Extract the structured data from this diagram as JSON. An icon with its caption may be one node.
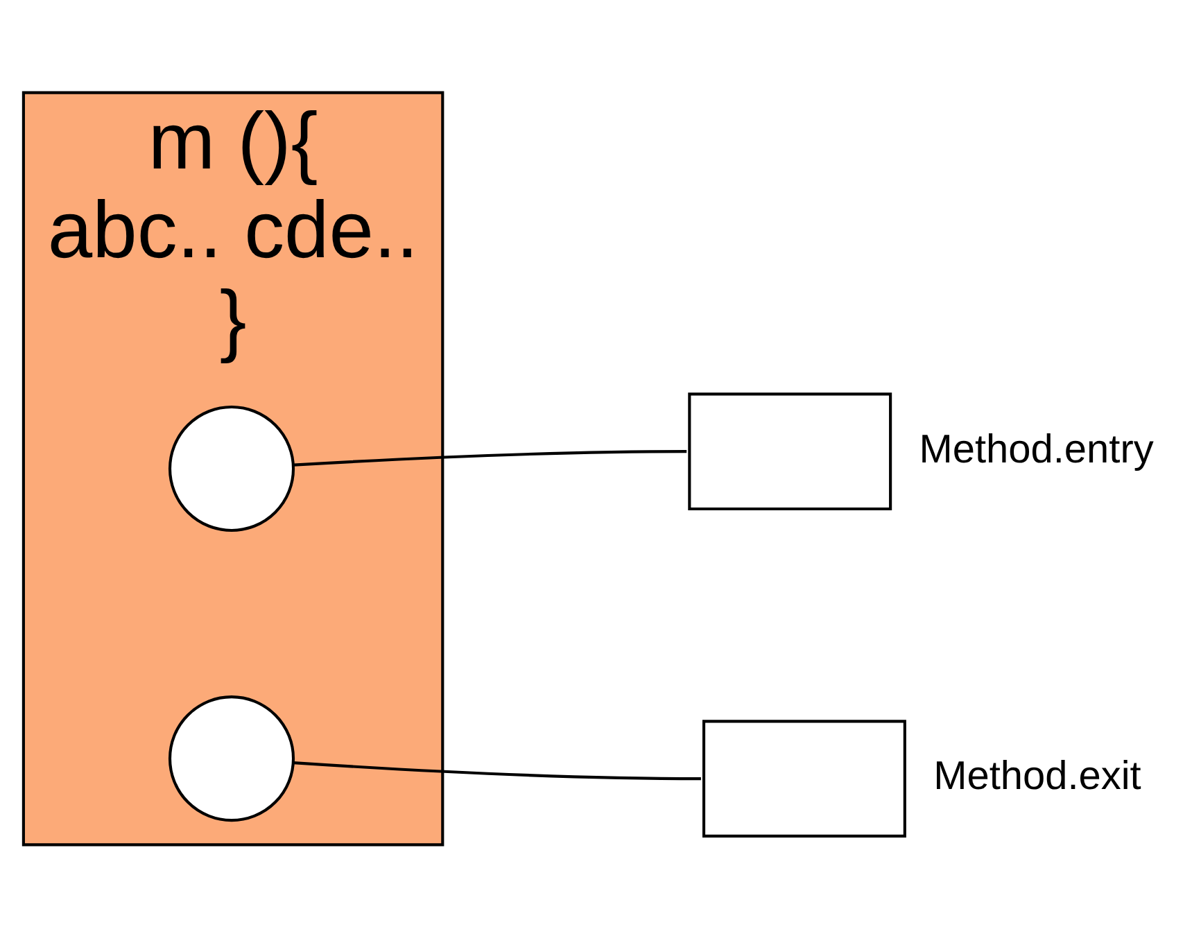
{
  "diagram": {
    "nodes": [
      {
        "text": [
          "m (){",
          "abc.. cde..",
          "}"
        ]
      },
      {
        "text": [],
        "shape": "circle",
        "in": 0
      },
      {
        "text": [],
        "shape": "circle",
        "in": 0
      },
      {
        "text": [],
        "shape": "box",
        "beside": [
          "Method.entry"
        ]
      },
      {
        "text": [],
        "shape": "box",
        "beside": [
          "Method.exit"
        ]
      }
    ],
    "edges": [
      {
        "from": 1,
        "to": 3,
        "arrow": "none"
      },
      {
        "from": 2,
        "to": 4,
        "arrow": "none"
      }
    ]
  }
}
